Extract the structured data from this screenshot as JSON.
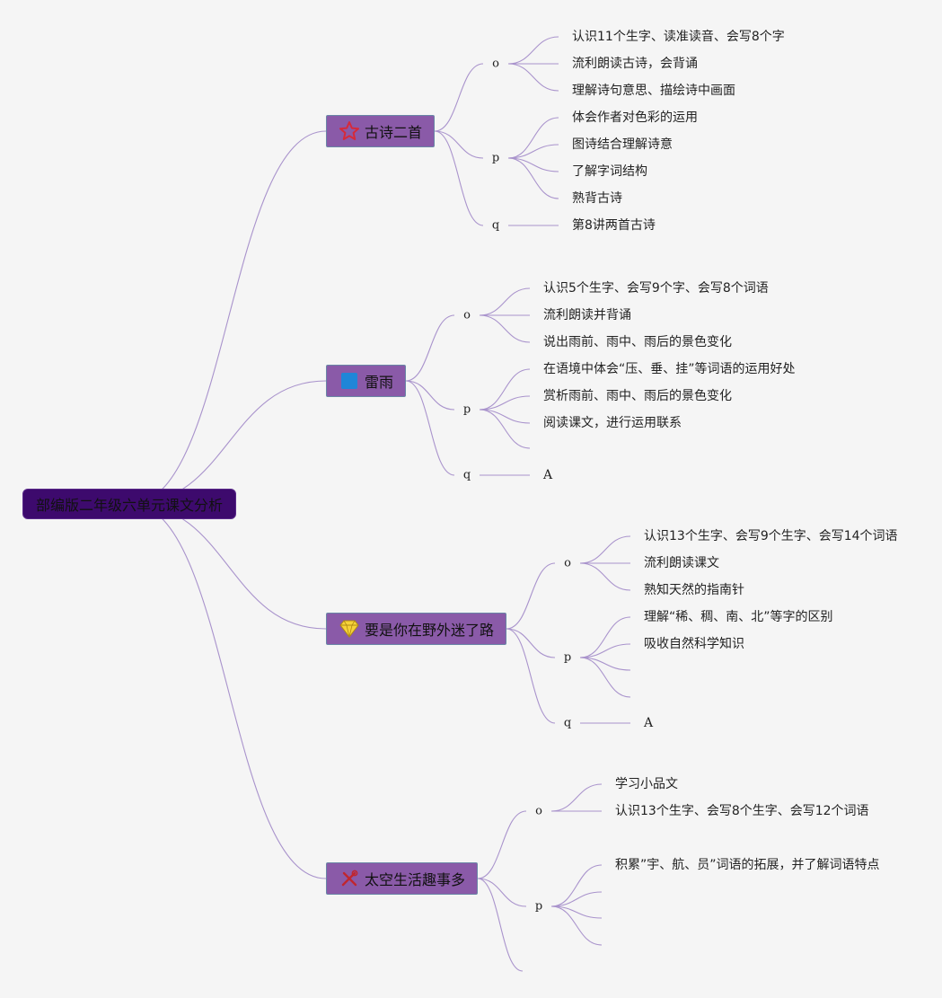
{
  "root": {
    "label": "部编版二年级六单元课文分析"
  },
  "topics": [
    {
      "label": "古诗二首",
      "icon": "star-icon",
      "groups": [
        {
          "label": "o",
          "items": [
            "认识11个生字、读准读音、会写8个字",
            "流利朗读古诗，会背诵",
            "理解诗句意思、描绘诗中画面"
          ]
        },
        {
          "label": "p",
          "items": [
            "体会作者对色彩的运用",
            "图诗结合理解诗意",
            "了解字词结构",
            "熟背古诗"
          ]
        },
        {
          "label": "q",
          "items": [
            "第8讲两首古诗"
          ]
        }
      ]
    },
    {
      "label": "雷雨",
      "icon": "blue-square-icon",
      "groups": [
        {
          "label": "o",
          "items": [
            "认识5个生字、会写9个字、会写8个词语",
            "流利朗读并背诵",
            "说出雨前、雨中、雨后的景色变化"
          ]
        },
        {
          "label": "p",
          "items": [
            "在语境中体会“压、垂、挂”等词语的运用好处",
            "赏析雨前、雨中、雨后的景色变化",
            "阅读课文，进行运用联系",
            ""
          ]
        },
        {
          "label": "q",
          "items": [
            "A"
          ]
        }
      ]
    },
    {
      "label": "要是你在野外迷了路",
      "icon": "gem-icon",
      "groups": [
        {
          "label": "o",
          "items": [
            "认识13个生字、会写9个生字、会写14个词语",
            "流利朗读课文",
            "熟知天然的指南针"
          ]
        },
        {
          "label": "p",
          "items": [
            "理解“稀、稠、南、北”等字的区别",
            "吸收自然科学知识",
            "",
            ""
          ]
        },
        {
          "label": "q",
          "items": [
            "A"
          ]
        }
      ]
    },
    {
      "label": "太空生活趣事多",
      "icon": "tools-icon",
      "groups": [
        {
          "label": "o",
          "items": [
            "学习小品文",
            "认识13个生字、会写8个生字、会写12个词语"
          ]
        },
        {
          "label": "p",
          "items": [
            "积累”宇、航、员”词语的拓展，并了解词语特点",
            "",
            "",
            ""
          ]
        },
        {
          "label": "",
          "items": []
        }
      ]
    }
  ],
  "colors": {
    "background": "#f5f5f5",
    "root": "#3d0a6d",
    "topic": "#8a5aa8",
    "link": "#a993cc"
  }
}
